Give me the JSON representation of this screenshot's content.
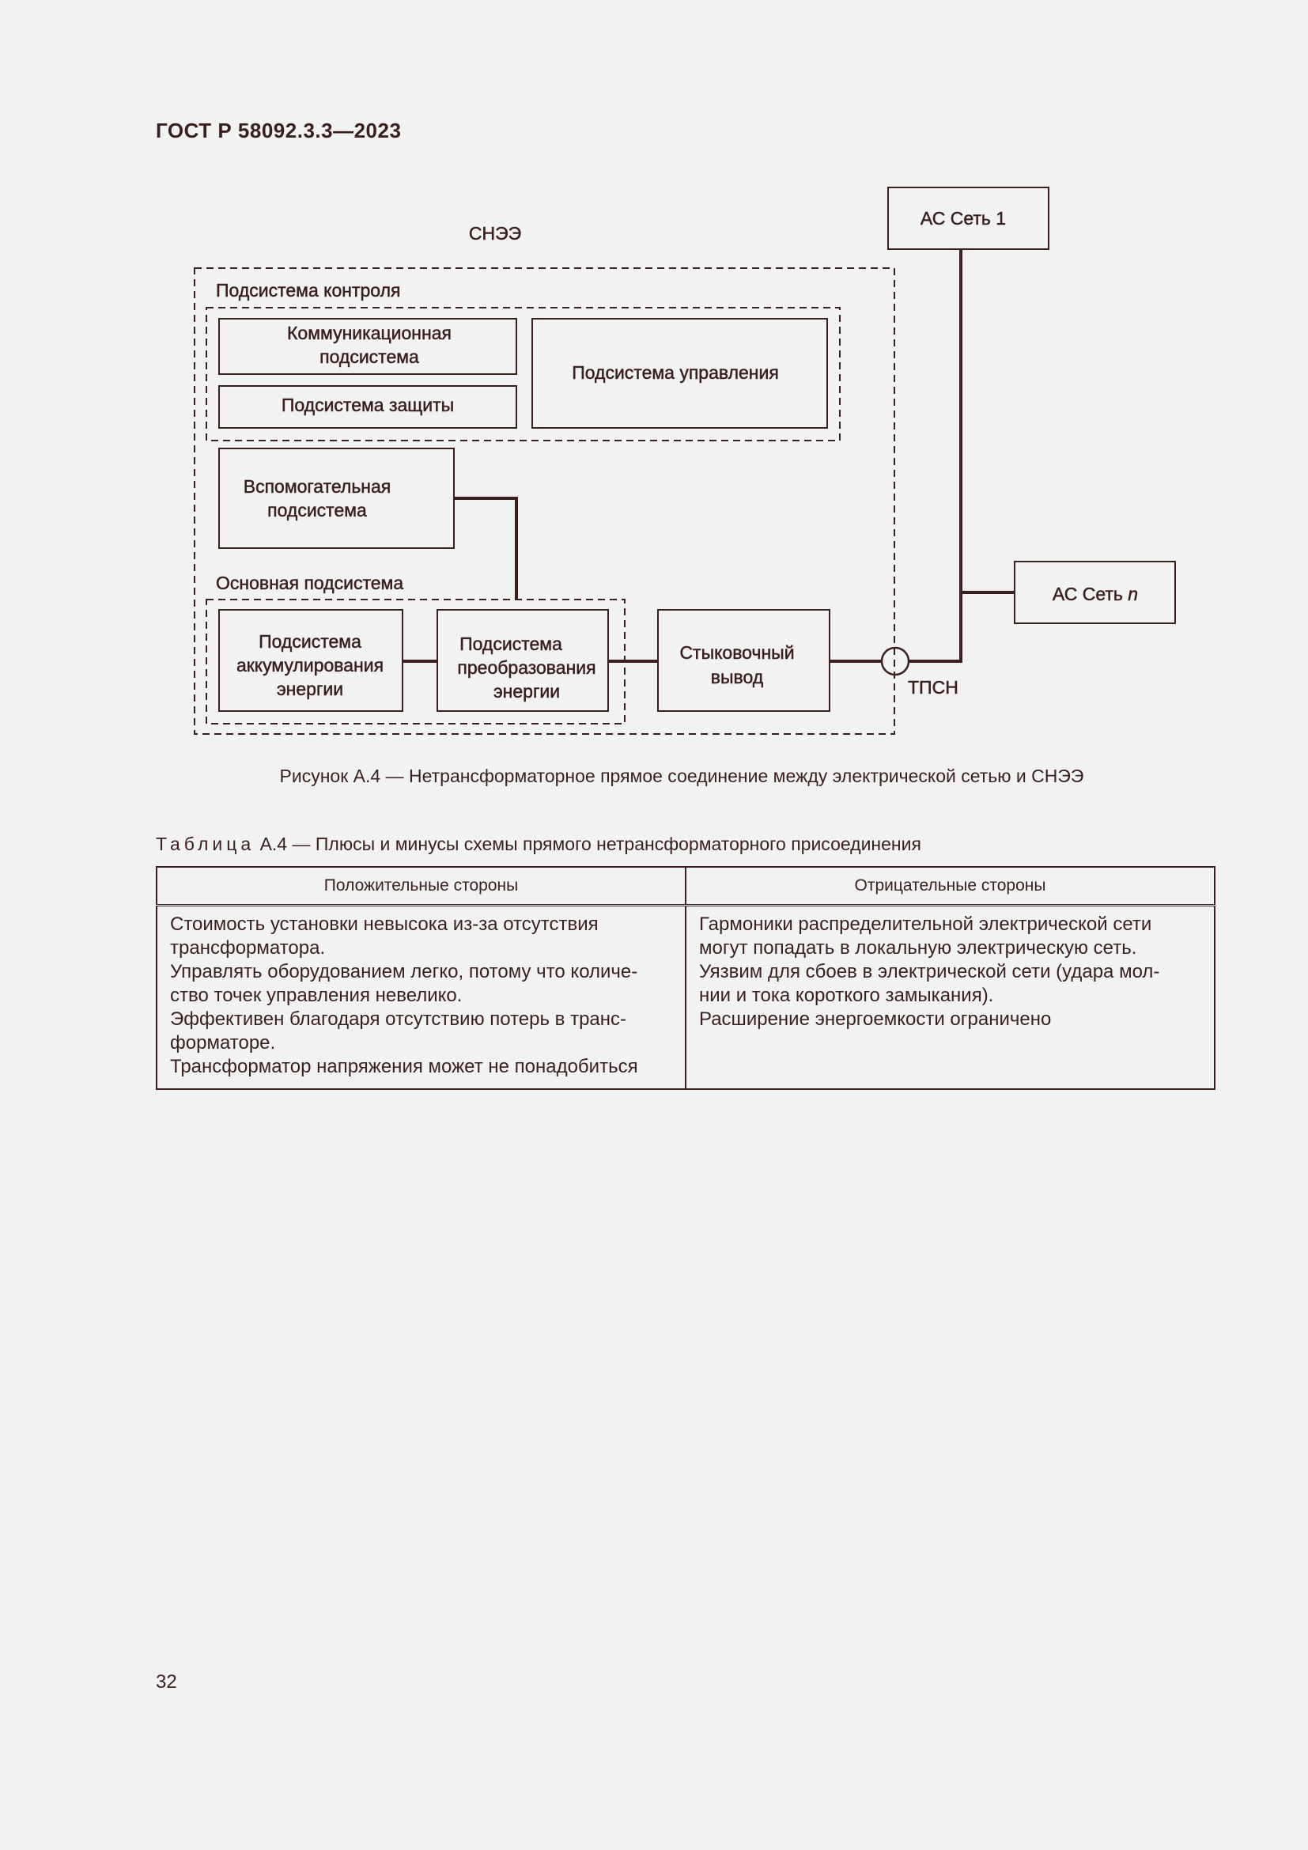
{
  "header": {
    "title": "ГОСТ Р 58092.3.3—2023"
  },
  "diagram": {
    "system_label": "СНЭЭ",
    "control_group_label": "Подсистема контроля",
    "comm_subsystem": [
      "Коммуникационная",
      "подсистема"
    ],
    "protection_subsystem": "Подсистема защиты",
    "management_subsystem": "Подсистема управления",
    "auxiliary_subsystem": [
      "Вспомогательная",
      "подсистема"
    ],
    "main_group_label": "Основная подсистема",
    "storage_subsystem": [
      "Подсистема",
      "аккумулирования",
      "энергии"
    ],
    "conversion_subsystem": [
      "Подсистема",
      "преобразования",
      "энергии"
    ],
    "docking_terminal": [
      "Стыковочный",
      "вывод"
    ],
    "pcc_label": "ТПСН",
    "grid_1": "АС Сеть 1",
    "grid_n_prefix": "АС Сеть ",
    "grid_n_suffix": "n"
  },
  "figure_caption": "Рисунок А.4 — Нетрансформаторное прямое соединение между электрической сетью и СНЭЭ",
  "table": {
    "title_prefix": "Таблица",
    "title_rest": " А.4 — Плюсы и минусы схемы прямого нетрансформаторного присоединения",
    "headers": [
      "Положительные стороны",
      "Отрицательные стороны"
    ],
    "positive_lines": [
      "Стоимость установки невысока из-за отсутствия",
      "трансформатора.",
      "Управлять оборудованием легко, потому что количе-",
      "ство точек управления невелико.",
      "Эффективен благодаря отсутствию потерь в транс-",
      "форматоре.",
      "Трансформатор напряжения может не понадобиться"
    ],
    "negative_lines": [
      "Гармоники распределительной электрической сети",
      "могут попадать в локальную электрическую сеть.",
      "Уязвим для сбоев в электрической сети (удара мол-",
      "нии и тока короткого замыкания).",
      "Расширение энергоемкости ограничено"
    ]
  },
  "page_number": "32"
}
